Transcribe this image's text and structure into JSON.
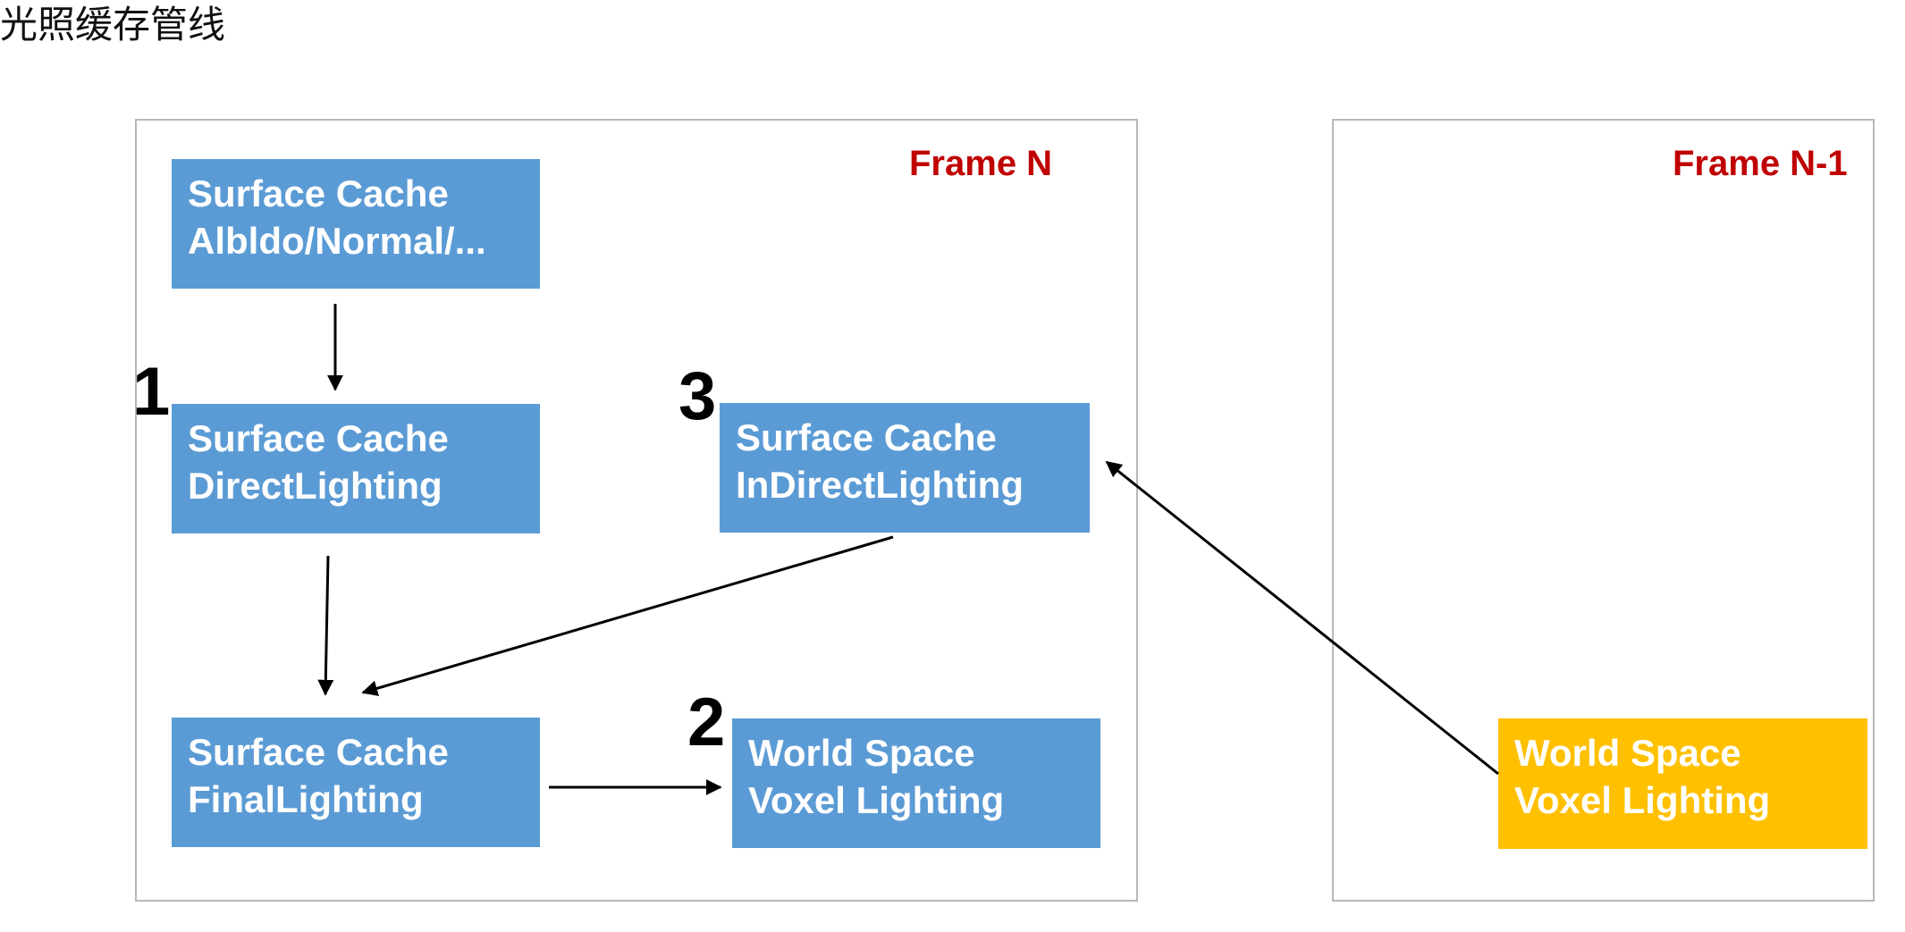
{
  "page": {
    "title": "光照缓存管线"
  },
  "frames": {
    "current": {
      "label": "Frame N"
    },
    "previous": {
      "label": "Frame N-1"
    }
  },
  "nodes": {
    "albedo": {
      "line1": "Surface Cache",
      "line2": "Albldo/Normal/..."
    },
    "direct": {
      "line1": "Surface Cache",
      "line2": "DirectLighting"
    },
    "indirect": {
      "line1": "Surface Cache",
      "line2": "InDirectLighting"
    },
    "final": {
      "line1": "Surface Cache",
      "line2": "FinalLighting"
    },
    "voxel_current": {
      "line1": "World Space",
      "line2": "Voxel Lighting"
    },
    "voxel_previous": {
      "line1": "World Space",
      "line2": "Voxel Lighting"
    }
  },
  "steps": {
    "step_1": "1",
    "step_2": "2",
    "step_3": "3"
  },
  "colors": {
    "node_blue": "#5b9bd5",
    "node_gold": "#ffc000",
    "frame_label_red": "#c00000",
    "frame_border": "#b8b8b8",
    "arrow": "#000000"
  }
}
